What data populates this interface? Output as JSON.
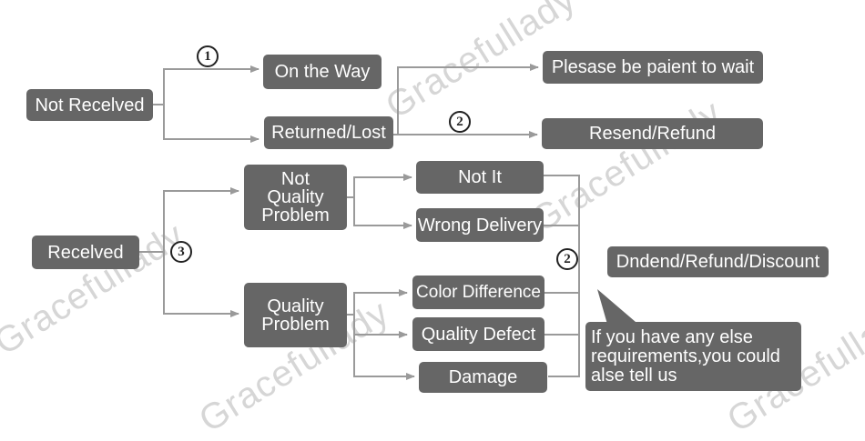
{
  "watermark": "Gracefullady",
  "colors": {
    "box": "#666666",
    "line": "#9a9a9a",
    "text": "#ffffff"
  },
  "nodes": {
    "not_received": "Not Recelved",
    "on_the_way": "On the Way",
    "returned_lost": "Returned/Lost",
    "please_wait": "Plesase be paient to wait",
    "resend_refund": "Resend/Refund",
    "received": "Recelved",
    "not_quality": "Not\nQuality\nProblem",
    "quality": "Quality\nProblem",
    "not_it": "Not It",
    "wrong_delivery": "Wrong Delivery",
    "color_difference": "Color Difference",
    "quality_defect": "Quality Defect",
    "damage": "Damage",
    "resolution": "Dndend/Refund/Discount",
    "note": "If you have any else\nrequirements,you could\nalse tell us"
  },
  "badges": {
    "one": "1",
    "two_a": "2",
    "two_b": "2",
    "three": "3"
  }
}
